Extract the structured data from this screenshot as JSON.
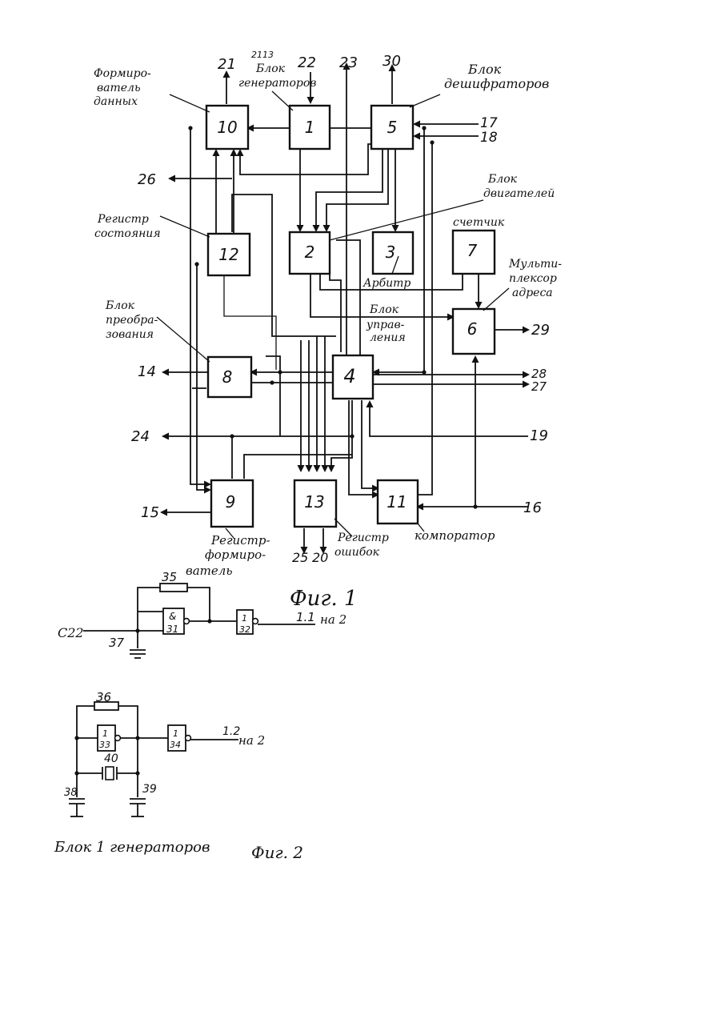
{
  "fig1": {
    "caption": "Фиг. 1",
    "blocks": [
      "10",
      "1",
      "5",
      "12",
      "2",
      "3",
      "7",
      "6",
      "8",
      "4",
      "9",
      "13",
      "11"
    ],
    "ports": {
      "p21": "21",
      "p22": "22",
      "p23": "23",
      "p30": "30",
      "p17": "17",
      "p18": "18",
      "p26": "26",
      "p29": "29",
      "p14": "14",
      "p28": "28",
      "p27": "27",
      "p24": "24",
      "p19": "19",
      "p15": "15",
      "p16": "16",
      "p25": "25",
      "p20": "20"
    },
    "labels": {
      "corner": "2113",
      "form1": "Формиро-",
      "form2": "ватель",
      "form3": "данных",
      "gen1": "Блок",
      "gen2": "генераторов",
      "dec1": "Блок",
      "dec2": "дешифраторов",
      "dvig1": "Блок",
      "dvig2": "двигателей",
      "reg1": "Регистр",
      "reg2": "состояния",
      "cnt": "счетчик",
      "arb": "Арбитр",
      "mux1": "Мульти-",
      "mux2": "плексор",
      "mux3": "адреса",
      "ctl1": "Блок",
      "ctl2": "управ-",
      "ctl3": "ления",
      "conv1": "Блок",
      "conv2": "преобра-",
      "conv3": "зования",
      "rf1": "Регистр-",
      "rf2": "формиро-",
      "rf3": "ватель",
      "re1": "Регистр",
      "re2": "ошибок",
      "cmp": "компоратор"
    }
  },
  "sub1": {
    "r35": "35",
    "g31": "31",
    "g31top": "&",
    "g32": "32",
    "g32top": "1",
    "in": "С22",
    "c37": "37",
    "out": "1.1",
    "dest": "на 2"
  },
  "fig2": {
    "r36": "36",
    "g33": "33",
    "g33top": "1",
    "g34": "34",
    "g34top": "1",
    "q40": "40",
    "c38": "38",
    "c39": "39",
    "out": "1.2",
    "dest": "на 2",
    "title": "Блок 1 генераторов",
    "caption": "Фиг. 2"
  }
}
